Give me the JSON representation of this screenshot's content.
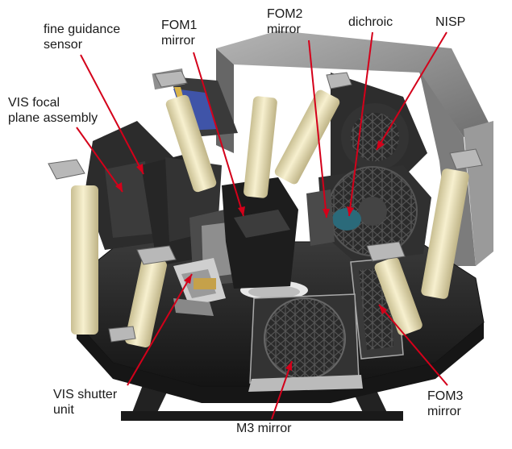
{
  "labels": {
    "fine_guidance": [
      "fine guidance",
      "sensor"
    ],
    "fom1": [
      "FOM1",
      "mirror"
    ],
    "fom2": [
      "FOM2",
      "mirror"
    ],
    "dichroic": [
      "dichroic"
    ],
    "nisp": [
      "NISP"
    ],
    "vis_focal": [
      "VIS focal",
      "plane assembly"
    ],
    "vis_shutter": [
      "VIS shutter",
      "unit"
    ],
    "m3": [
      "M3 mirror"
    ],
    "fom3": [
      "FOM3",
      "mirror"
    ]
  },
  "colors": {
    "arrow": "#d4001a",
    "strut": "#efe6b8",
    "bench": "#2b2b2b",
    "panel": "#8a8a8a"
  }
}
